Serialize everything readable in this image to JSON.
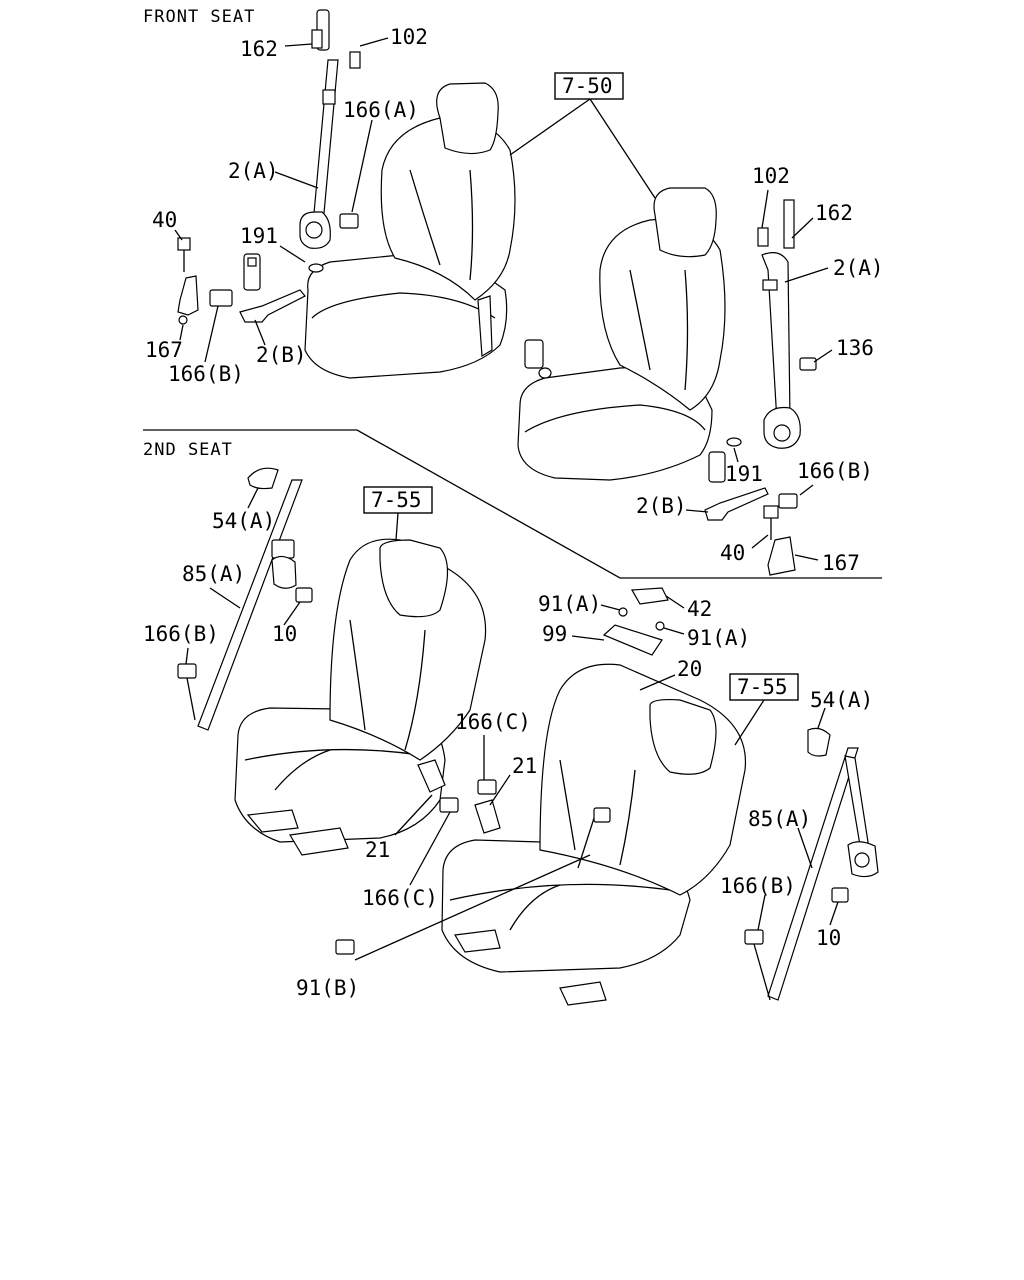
{
  "sections": {
    "front": "FRONT SEAT",
    "second": "2ND SEAT"
  },
  "refs": {
    "front_seat": "7-50",
    "second_seat_left": "7-55",
    "second_seat_right": "7-55"
  },
  "callouts": {
    "c162a": "162",
    "c102a": "102",
    "c166Aa": "166(A)",
    "c2Aa": "2(A)",
    "c40a": "40",
    "c191a": "191",
    "c167a": "167",
    "c166Ba": "166(B)",
    "c2Ba": "2(B)",
    "c102b": "102",
    "c162b": "162",
    "c2Ab": "2(A)",
    "c136": "136",
    "c191b": "191",
    "c166Bb": "166(B)",
    "c2Bb": "2(B)",
    "c40b": "40",
    "c167b": "167",
    "c54Aa": "54(A)",
    "c85Aa": "85(A)",
    "c10a": "10",
    "c166Bc": "166(B)",
    "c91Aa": "91(A)",
    "c42": "42",
    "c99": "99",
    "c91Ab": "91(A)",
    "c20": "20",
    "c166Ca": "166(C)",
    "c21a": "21",
    "c21b": "21",
    "c166Cb": "166(C)",
    "c91B": "91(B)",
    "c54Ab": "54(A)",
    "c85Ab": "85(A)",
    "c166Bd": "166(B)",
    "c10b": "10"
  }
}
